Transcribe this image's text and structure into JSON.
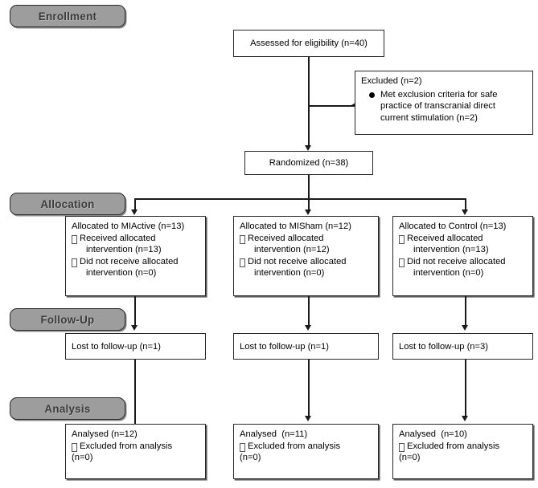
{
  "diagram": {
    "title": "CONSORT participant flow diagram",
    "colors": {
      "stage_fill": "#9d9d9d",
      "stage_border": "#2b2b2b",
      "stage_text": "#3a3a3a",
      "box_border": "#262626",
      "line": "#1a1a1a",
      "background": "#ffffff"
    }
  },
  "stages": {
    "enrollment": "Enrollment",
    "allocation": "Allocation",
    "followup": "Follow-Up",
    "analysis": "Analysis"
  },
  "enrollment": {
    "assessed": "Assessed for eligibility (n=40)",
    "randomized": "Randomized (n=38)",
    "excluded": {
      "heading": "Excluded (n=2)",
      "reason_line1": "Met exclusion criteria for safe",
      "reason_line2": "practice of transcranial direct",
      "reason_line3": "current stimulation (n=2)"
    }
  },
  "arms": [
    {
      "key": "miactive",
      "allocated": "Allocated to MIActive (n=13)",
      "received_line1": "Received allocated",
      "received_line2": "intervention (n=13)",
      "notreceived_line1": "Did not receive allocated",
      "notreceived_line2": "intervention (n=0)",
      "lost": "Lost to follow-up (n=1)",
      "analysed": "Analysed (n=12)",
      "excluded_line1": "Excluded from analysis",
      "excluded_line2": "(n=0)"
    },
    {
      "key": "misham",
      "allocated": "Allocated to MISham (n=12)",
      "received_line1": "Received allocated",
      "received_line2": "intervention (n=12)",
      "notreceived_line1": "Did not receive allocated",
      "notreceived_line2": "intervention (n=0)",
      "lost": "Lost to follow-up (n=1)",
      "analysed": "Analysed  (n=11)",
      "excluded_line1": "Excluded from analysis",
      "excluded_line2": "(n=0)"
    },
    {
      "key": "control",
      "allocated": "Allocated to Control (n=13)",
      "received_line1": "Received allocated",
      "received_line2": "intervention (n=13)",
      "notreceived_line1": "Did not receive allocated",
      "notreceived_line2": "intervention (n=0)",
      "lost": "Lost to follow-up (n=3)",
      "analysed": "Analysed  (n=10)",
      "excluded_line1": "Excluded from analysis",
      "excluded_line2": "(n=0)"
    }
  ]
}
